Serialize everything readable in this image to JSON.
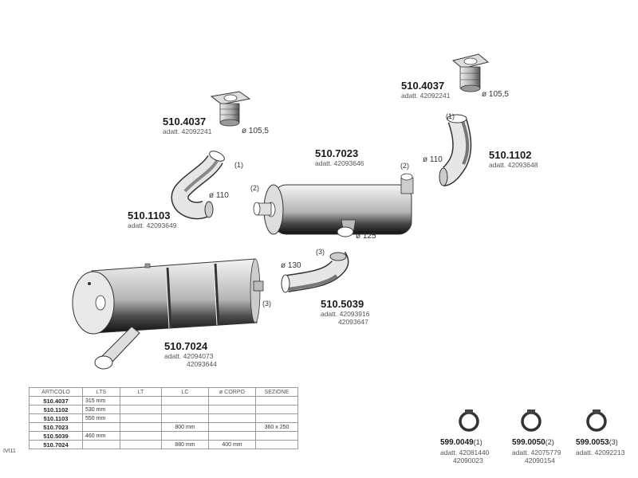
{
  "parts": {
    "p510_4037_left": {
      "code": "510.4037",
      "adatt": "adatt. 42092241",
      "dia": "ø 105,5"
    },
    "p510_1103": {
      "code": "510.1103",
      "adatt": "adatt. 42093649",
      "dia": "ø 110",
      "conn": "(1)"
    },
    "p510_7023": {
      "code": "510.7023",
      "adatt": "adatt. 42093646",
      "dia": "ø 125",
      "conn_left": "(2)",
      "conn_right": "(2)"
    },
    "p510_4037_right": {
      "code": "510.4037",
      "adatt": "adatt. 42092241",
      "dia": "ø 105,5"
    },
    "p510_1102": {
      "code": "510.1102",
      "adatt": "adatt. 42093648",
      "dia": "ø 110",
      "conn": "(1)"
    },
    "p510_5039": {
      "code": "510.5039",
      "adatt1": "adatt. 42093916",
      "adatt2": "42093647",
      "dia": "ø 130",
      "conn": "(3)"
    },
    "p510_7024": {
      "code": "510.7024",
      "adatt1": "adatt. 42094073",
      "adatt2": "42093644",
      "conn": "(3)"
    }
  },
  "clamps": [
    {
      "code": "599.0049",
      "num": "(1)",
      "adatt1": "adatt. 42081440",
      "adatt2": "42090023"
    },
    {
      "code": "599.0050",
      "num": "(2)",
      "adatt1": "adatt. 42075779",
      "adatt2": "42090154"
    },
    {
      "code": "599.0053",
      "num": "(3)",
      "adatt1": "adatt. 42092213",
      "adatt2": ""
    }
  ],
  "table": {
    "headers": [
      "ARTICOLO",
      "LTS",
      "LT",
      "LC",
      "ø CORPO",
      "SEZIONE"
    ],
    "rows": [
      [
        "510.4037",
        "315 mm",
        "",
        "",
        "",
        ""
      ],
      [
        "510.1102",
        "530 mm",
        "",
        "",
        "",
        ""
      ],
      [
        "510.1103",
        "550 mm",
        "",
        "",
        "",
        ""
      ],
      [
        "510.7023",
        "",
        "",
        "800 mm",
        "",
        "360 x 250"
      ],
      [
        "510.5039",
        "460 mm",
        "",
        "",
        "",
        ""
      ],
      [
        "510.7024",
        "",
        "",
        "880 mm",
        "400 mm",
        ""
      ]
    ]
  },
  "side_label": "IVI11"
}
